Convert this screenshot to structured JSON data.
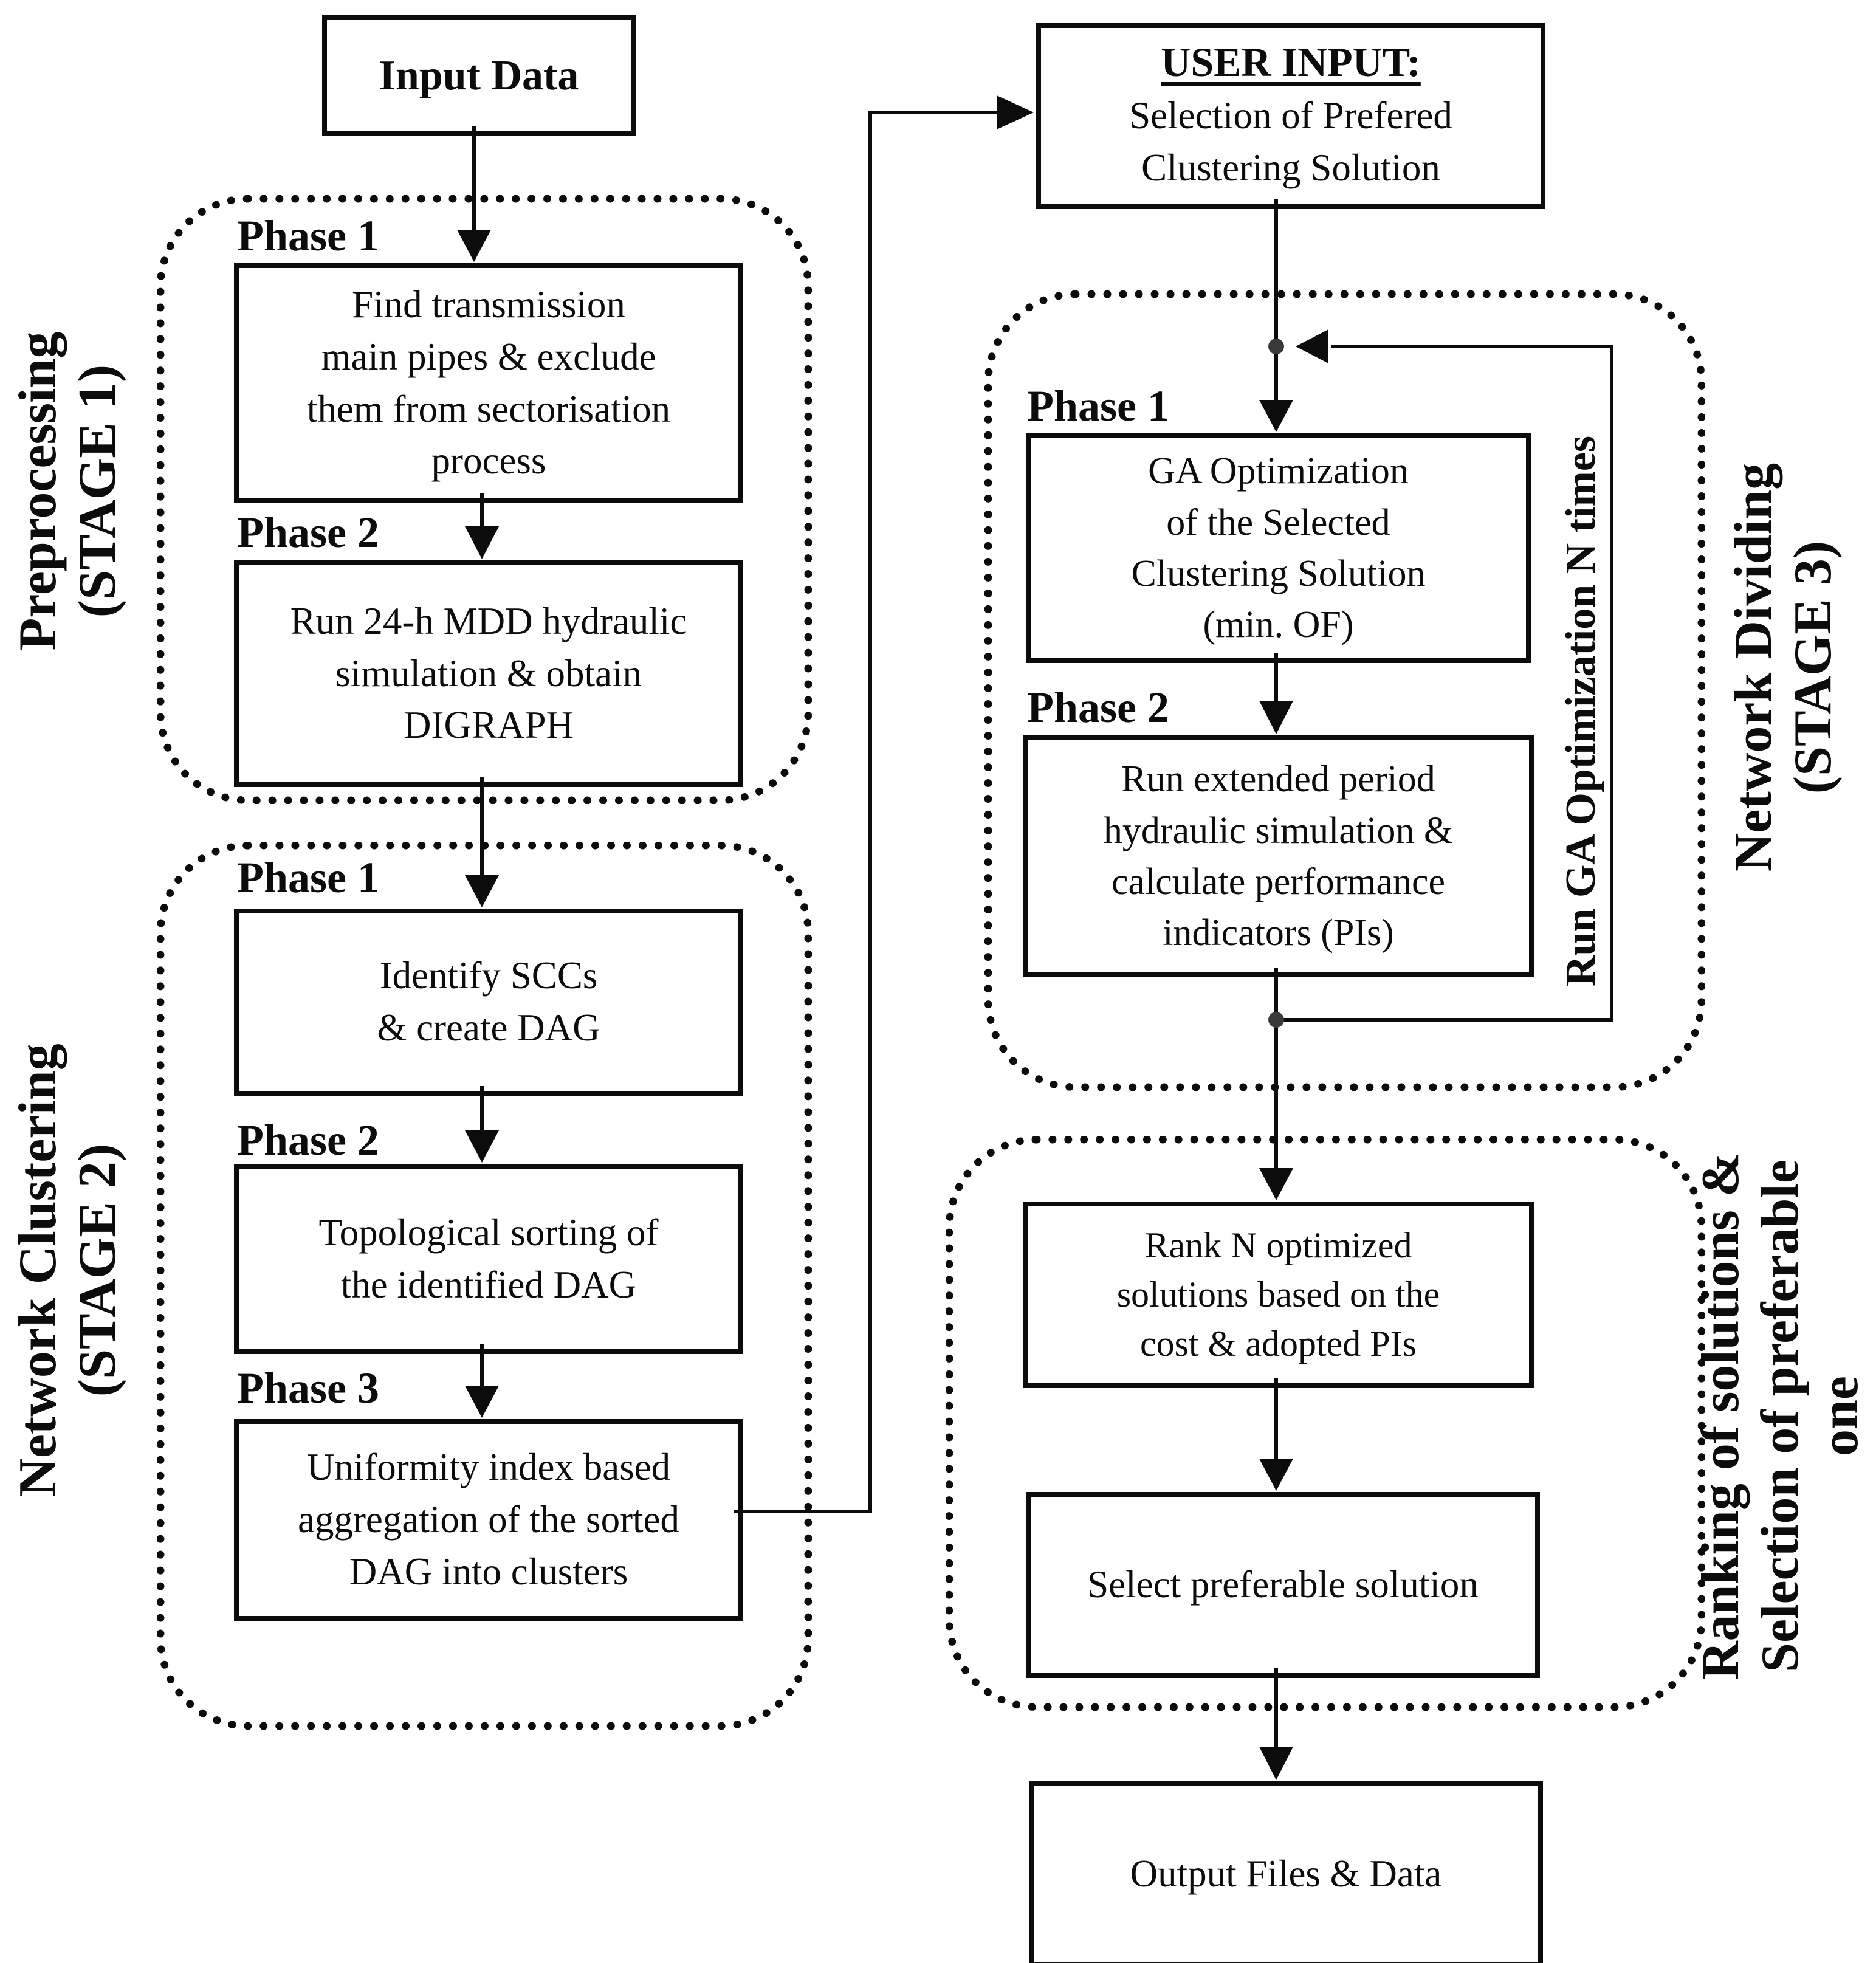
{
  "input_box": {
    "label": "Input Data"
  },
  "user_input_box": {
    "heading": "USER INPUT:",
    "body": "Selection of Prefered\nClustering Solution"
  },
  "stage1": {
    "side_label": "Preprocessing\n(STAGE 1)",
    "phase1_label": "Phase 1",
    "phase1_text": "Find transmission\nmain pipes & exclude\nthem from sectorisation\nprocess",
    "phase2_label": "Phase 2",
    "phase2_text": "Run 24-h MDD hydraulic\nsimulation & obtain\nDIGRAPH"
  },
  "stage2": {
    "side_label": "Network Clustering\n(STAGE 2)",
    "phase1_label": "Phase 1",
    "phase1_text": "Identify SCCs\n& create DAG",
    "phase2_label": "Phase 2",
    "phase2_text": "Topological sorting of\nthe identified DAG",
    "phase3_label": "Phase 3",
    "phase3_text": "Uniformity index based\naggregation of the sorted\nDAG into clusters"
  },
  "stage3": {
    "side_label": "Network Dividing\n(STAGE 3)",
    "loop_label": "Run GA Optimization N times",
    "phase1_label": "Phase 1",
    "phase1_text": "GA Optimization\nof the Selected\nClustering Solution\n(min. OF)",
    "phase2_label": "Phase 2",
    "phase2_text": "Run extended period\nhydraulic simulation &\ncalculate performance\nindicators (PIs)"
  },
  "stage4": {
    "side_label": "Ranking of solutions &\nSelection of preferable\none",
    "rank_text": "Rank N optimized\nsolutions based on the\ncost & adopted PIs",
    "select_text": "Select preferable solution"
  },
  "output_box": {
    "label": "Output Files & Data"
  },
  "colors": {
    "ink": "#0c0c0c",
    "background": "#ffffff"
  }
}
